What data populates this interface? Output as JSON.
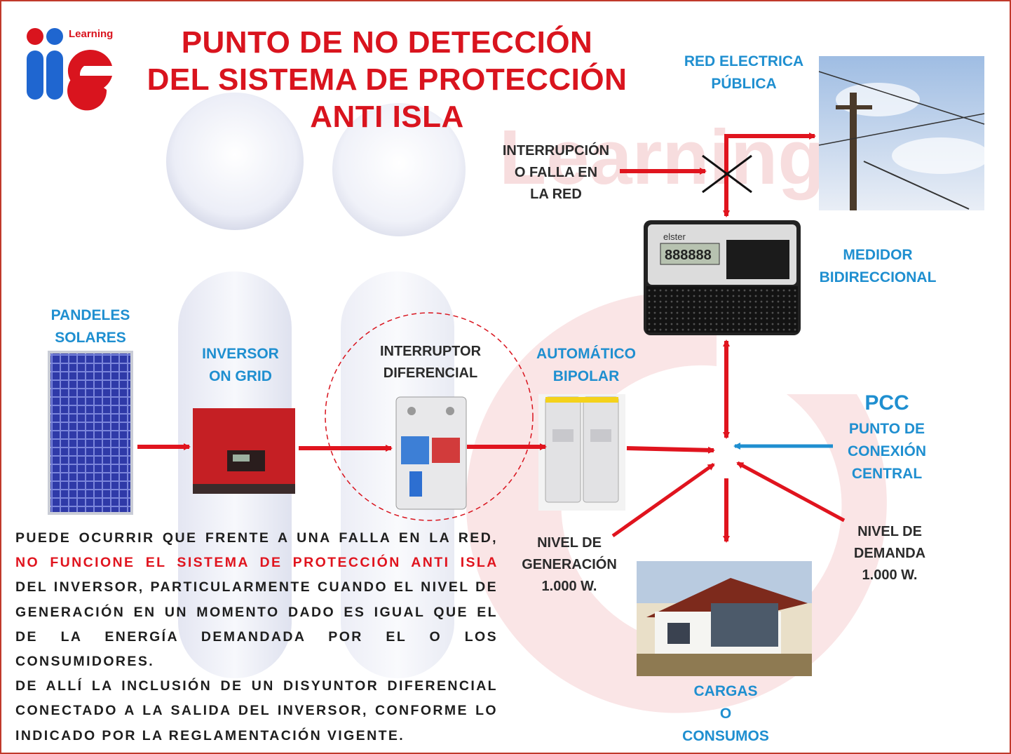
{
  "title": {
    "line1": "PUNTO DE NO DETECCIÓN",
    "line2": "DEL SISTEMA DE PROTECCIÓN",
    "line3": "ANTI ISLA"
  },
  "logo": {
    "text": "ie",
    "superscript": "Learning"
  },
  "labels": {
    "red_line1": "RED ELECTRICA",
    "red_line2": "PÚBLICA",
    "interrupcion_line1": "INTERRUPCIÓN",
    "interrupcion_line2": "O FALLA EN",
    "interrupcion_line3": "LA RED",
    "medidor_line1": "MEDIDOR",
    "medidor_line2": "BIDIRECCIONAL",
    "paneles_line1": "PANDELES",
    "paneles_line2": "SOLARES",
    "inversor_line1": "INVERSOR",
    "inversor_line2": "ON GRID",
    "diferencial_line1": "INTERRUPTOR",
    "diferencial_line2": "DIFERENCIAL",
    "automatico_line1": "AUTOMÁTICO",
    "automatico_line2": "BIPOLAR",
    "pcc": "PCC",
    "pcc_line1": "PUNTO DE",
    "pcc_line2": "CONEXIÓN",
    "pcc_line3": "CENTRAL",
    "gen_line1": "NIVEL DE",
    "gen_line2": "GENERACIÓN",
    "gen_line3": "1.000 W.",
    "dem_line1": "NIVEL DE",
    "dem_line2": "DEMANDA",
    "dem_line3": "1.000 W.",
    "cargas_line1": "CARGAS",
    "cargas_line2": "O",
    "cargas_line3": "CONSUMOS"
  },
  "meter": {
    "brand": "elster",
    "display": "888888"
  },
  "paragraph": {
    "p1_a": "PUEDE OCURRIR QUE FRENTE A UNA FALLA EN LA RED, ",
    "p1_red": "NO FUNCIONE EL SISTEMA DE PROTECCIÓN ANTI ISLA",
    "p1_b": " DEL INVERSOR, PARTICULARMENTE CUANDO EL NIVEL DE GENERACIÓN EN UN MOMENTO  DADO ES IGUAL QUE EL DE LA ENERGÍA DEMANDADA POR EL O LOS CONSUMIDORES.",
    "p2": "DE ALLÍ LA INCLUSIÓN DE UN DISYUNTOR DIFERENCIAL CONECTADO A LA SALIDA DEL INVERSOR, CONFORME LO INDICADO POR LA REGLAMENTACIÓN VIGENTE."
  },
  "colors": {
    "title_red": "#d9141e",
    "label_blue": "#1f8fd0",
    "arrow_red": "#e0141e",
    "arrow_blue": "#1f8fd0"
  }
}
